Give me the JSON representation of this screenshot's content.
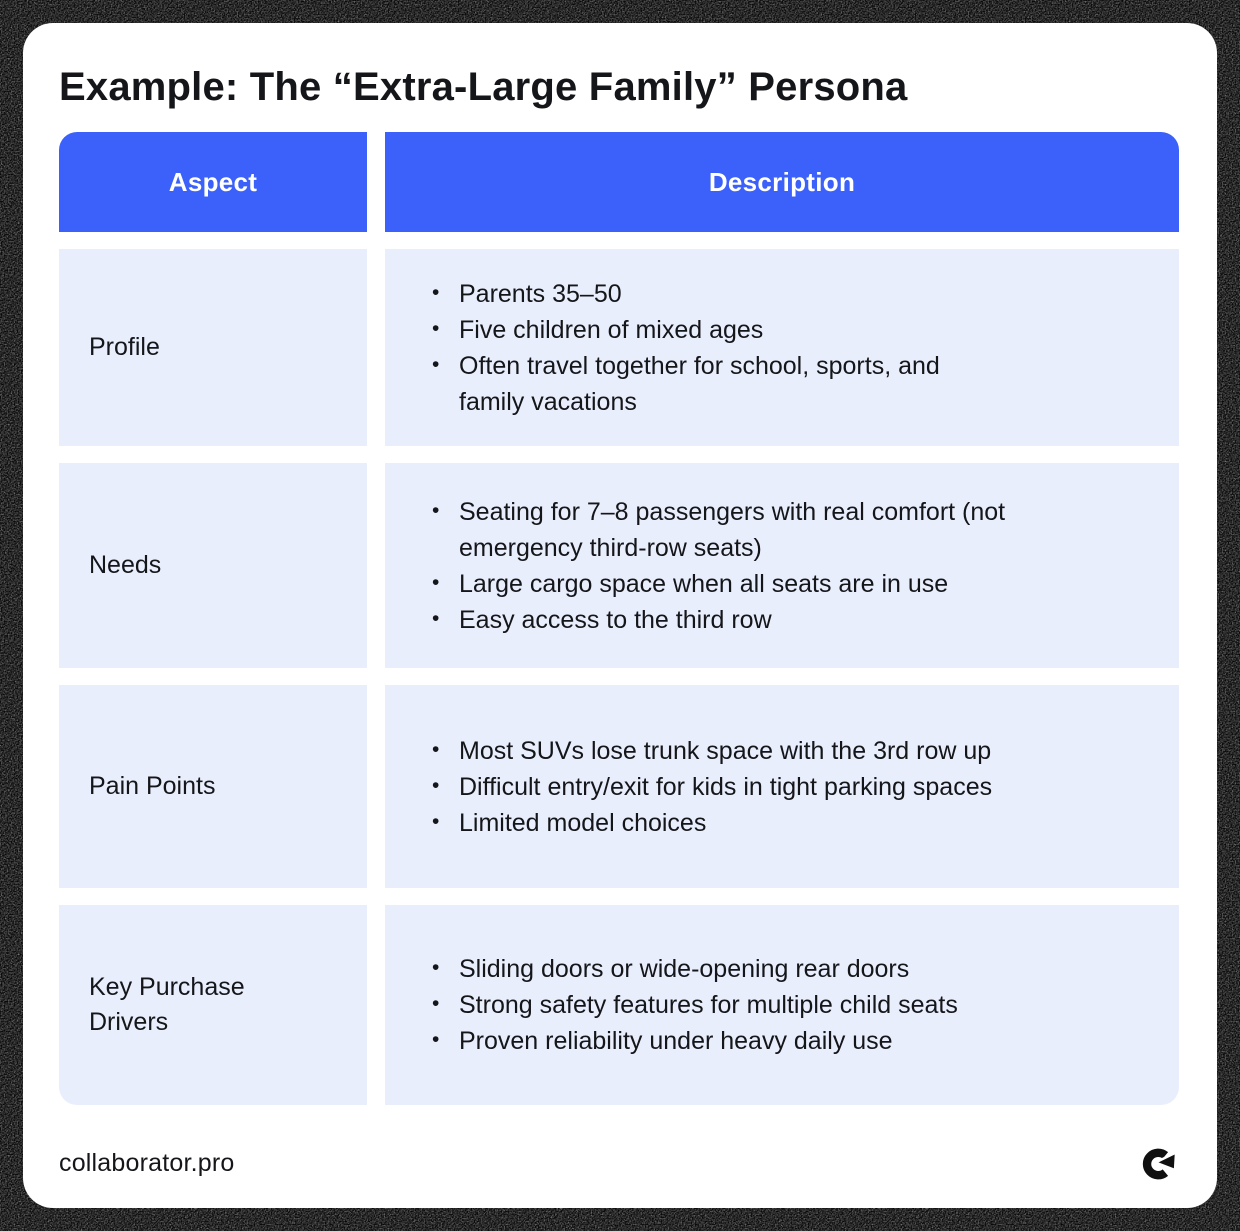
{
  "page": {
    "title": "Example: The “Extra-Large Family” Persona"
  },
  "table": {
    "columns": [
      "Aspect",
      "Description"
    ],
    "rows": [
      {
        "aspect": "Profile",
        "bullets": [
          "Parents 35–50",
          "Five children of mixed ages",
          "Often travel together for school, sports, and\nfamily vacations"
        ]
      },
      {
        "aspect": "Needs",
        "bullets": [
          "Seating for 7–8 passengers with real comfort (not\nemergency third-row seats)",
          "Large cargo space when all seats are in use",
          "Easy access to the third row"
        ]
      },
      {
        "aspect": "Pain Points",
        "bullets": [
          "Most SUVs lose trunk space with the 3rd row up",
          "Difficult entry/exit for kids in tight parking spaces",
          "Limited model choices"
        ]
      },
      {
        "aspect": "Key Purchase\nDrivers",
        "bullets": [
          "Sliding doors or wide-opening rear doors",
          "Strong safety features for multiple child seats",
          "Proven reliability under heavy daily use"
        ]
      }
    ]
  },
  "footer": {
    "brand": "collaborator.pro",
    "logo_icon": "collaborator-logo"
  },
  "colors": {
    "header_bg": "#3B61FA",
    "header_text": "#FFFFFF",
    "row_bg": "#E9EEFC",
    "text": "#15161A",
    "card_bg": "#FFFFFF",
    "frame_bg": "#080808"
  }
}
